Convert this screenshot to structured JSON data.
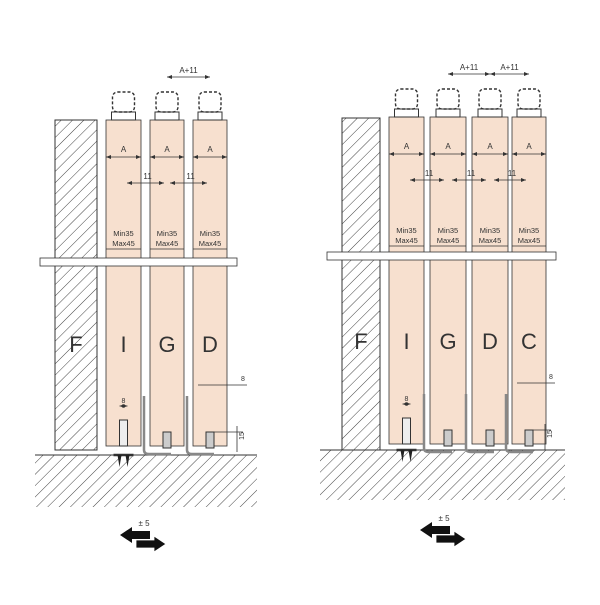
{
  "diagrams": [
    {
      "name": "three-door",
      "wall_label": "F",
      "door_labels": [
        "I",
        "G",
        "D"
      ],
      "width_label": "A",
      "gap_label": "11",
      "offset_label": "A+11",
      "min_label": "Min35",
      "max_label": "Max45",
      "guide_width_label": "8",
      "guide_height_label": "15",
      "adjust_label": "± 5"
    },
    {
      "name": "four-door",
      "wall_label": "F",
      "door_labels": [
        "I",
        "G",
        "D",
        "C"
      ],
      "width_label": "A",
      "gap_label": "11",
      "offset_label": "A+11",
      "min_label": "Min35",
      "max_label": "Max45",
      "guide_width_label": "8",
      "guide_height_label": "15",
      "adjust_label": "± 5"
    }
  ],
  "colors": {
    "door": "#f7e0cf",
    "line": "#333333",
    "hatch": "#444444"
  }
}
